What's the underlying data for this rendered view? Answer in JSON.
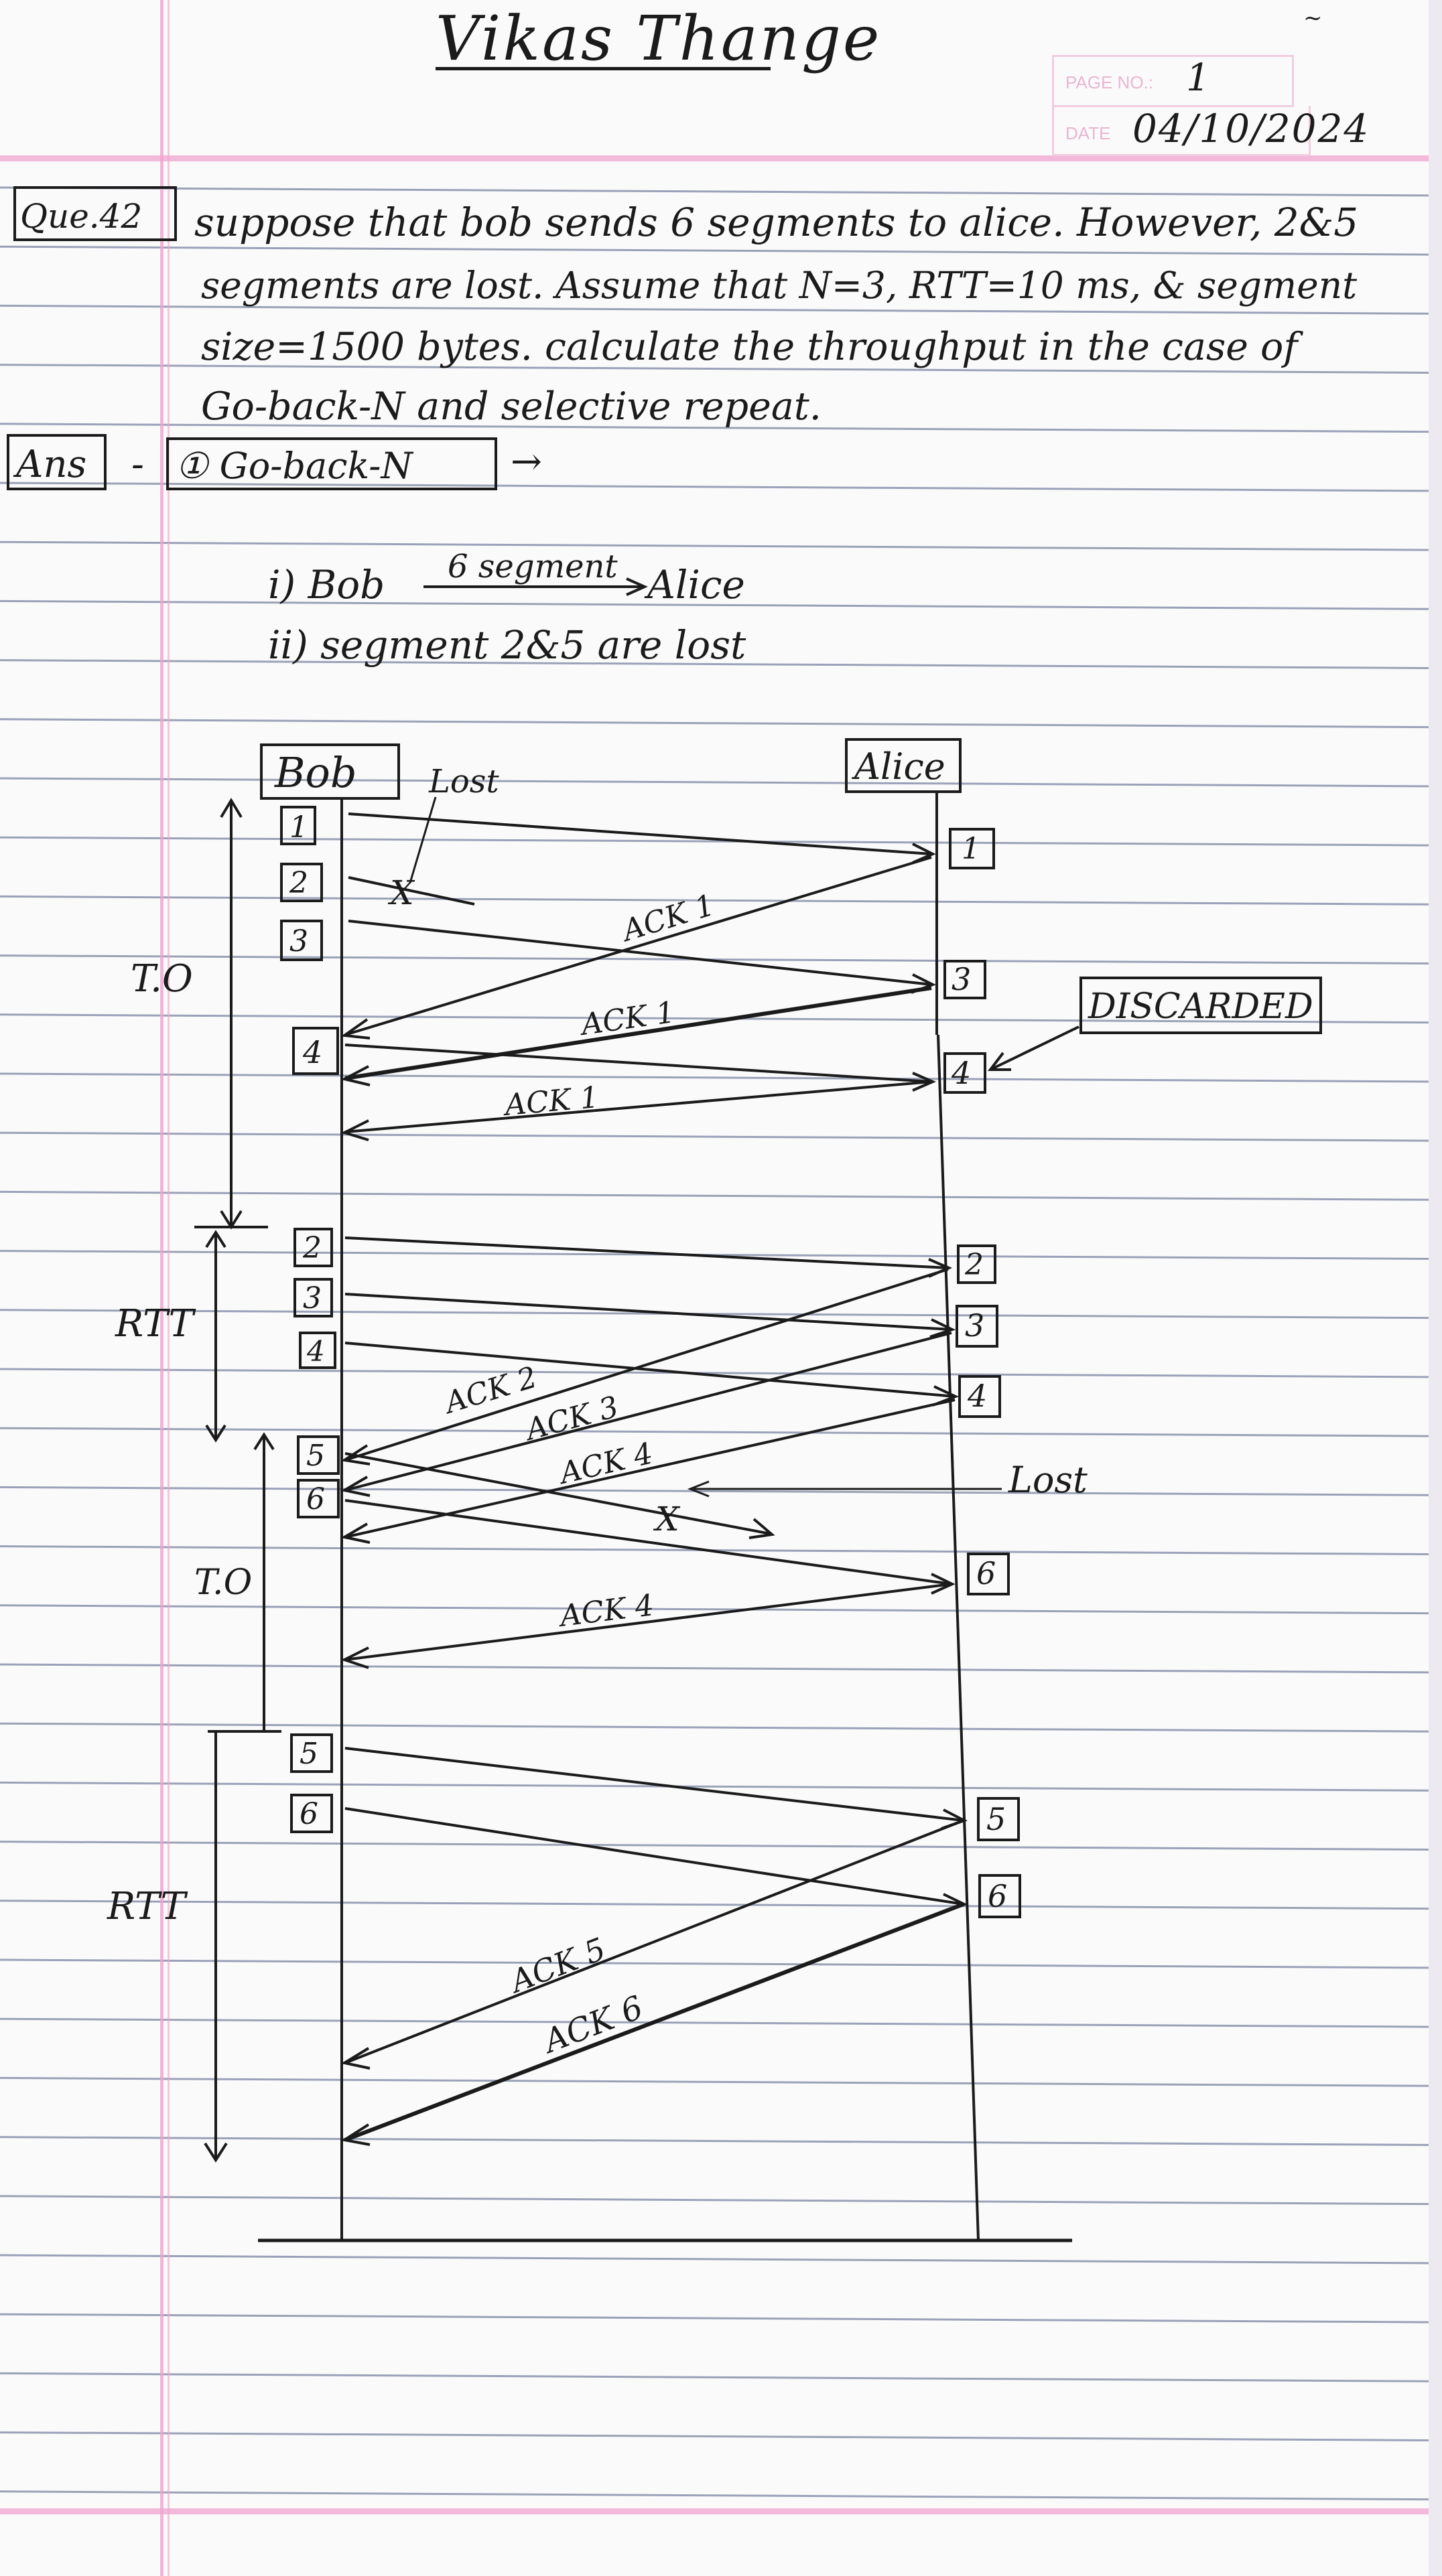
{
  "header": {
    "name": "Vikas Thange",
    "page_no_label": "PAGE NO.:",
    "page_no": "1",
    "date_label": "DATE",
    "date": "04/10/2024"
  },
  "question": {
    "tag": "Que.42",
    "lines": [
      "suppose that bob sends 6 segments to alice. However, 2&5",
      "segments are lost. Assume that N=3, RTT=10 ms, & segment",
      "size=1500 bytes. calculate the throughput in the case of",
      "Go-back-N and selective repeat."
    ]
  },
  "answer": {
    "tag": "Ans",
    "dash": "-",
    "method": "① Go-back-N",
    "arrow": "→",
    "point1_prefix": "i) Bob",
    "point1_arrow_label": "6 segment",
    "point1_suffix": "Alice",
    "point2": "ii) segment 2&5 are lost"
  },
  "diagram": {
    "bob_label": "Bob",
    "alice_label": "Alice",
    "lost_label_1": "Lost",
    "lost_label_2": "Lost",
    "discarded_label": "DISCARDED",
    "lost_marker": "X",
    "timeout_label_1": "T.O",
    "rtt_label_1": "RTT",
    "timeout_label_2": "T.O",
    "rtt_label_2": "RTT",
    "bob_segments_round1": [
      "1",
      "2",
      "3",
      "4"
    ],
    "alice_segments_round1": [
      "1",
      "3",
      "4"
    ],
    "acks_round1": [
      "ACK 1",
      "ACK 1",
      "ACK 1"
    ],
    "bob_segments_round2": [
      "2",
      "3",
      "4"
    ],
    "alice_segments_round2": [
      "2",
      "3",
      "4"
    ],
    "acks_round2": [
      "ACK 2",
      "ACK 3",
      "ACK 4"
    ],
    "bob_segments_round3": [
      "5",
      "6"
    ],
    "alice_segments_round3": [
      "6"
    ],
    "acks_round3": [
      "ACK 4"
    ],
    "bob_segments_round4": [
      "5",
      "6"
    ],
    "alice_segments_round4": [
      "5",
      "6"
    ],
    "acks_round4": [
      "ACK 5",
      "ACK 6"
    ]
  },
  "colors": {
    "ruling": "#9aa2b6",
    "margin": "#f0a3cf",
    "ink": "#1b1b1b"
  }
}
